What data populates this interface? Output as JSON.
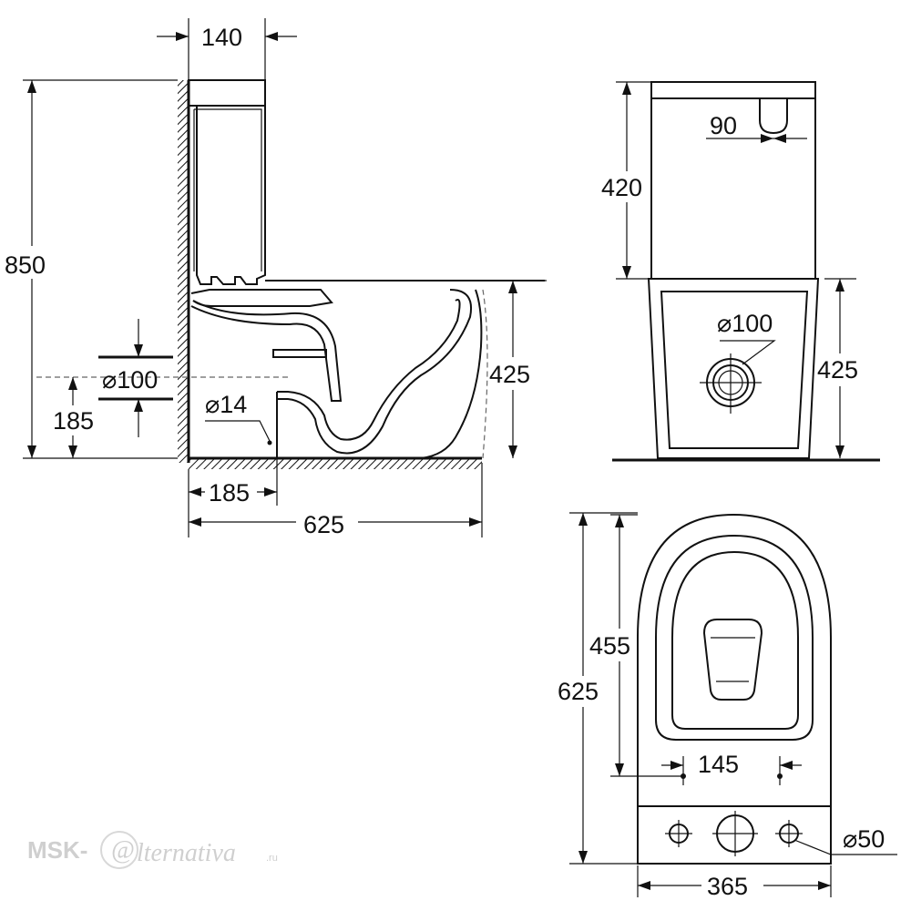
{
  "side_view": {
    "dim_tank_depth": "140",
    "dim_total_height": "850",
    "dim_outlet_diameter": "⌀100",
    "dim_outlet_height": "185",
    "dim_inlet_diameter": "⌀14",
    "dim_bowl_height": "425",
    "dim_outlet_offset": "185",
    "dim_total_length": "625"
  },
  "front_view": {
    "dim_button_offset": "90",
    "dim_tank_height": "420",
    "dim_outlet_diameter": "⌀100",
    "dim_bowl_height": "425"
  },
  "top_view": {
    "dim_seat_length": "455",
    "dim_total_length": "625",
    "dim_fixing_spacing": "145",
    "dim_hole_diameter": "⌀50",
    "dim_width": "365"
  },
  "watermark": {
    "brand_prefix": "MSK-",
    "brand_script": "lternativa",
    "brand_domain": ".ru"
  }
}
